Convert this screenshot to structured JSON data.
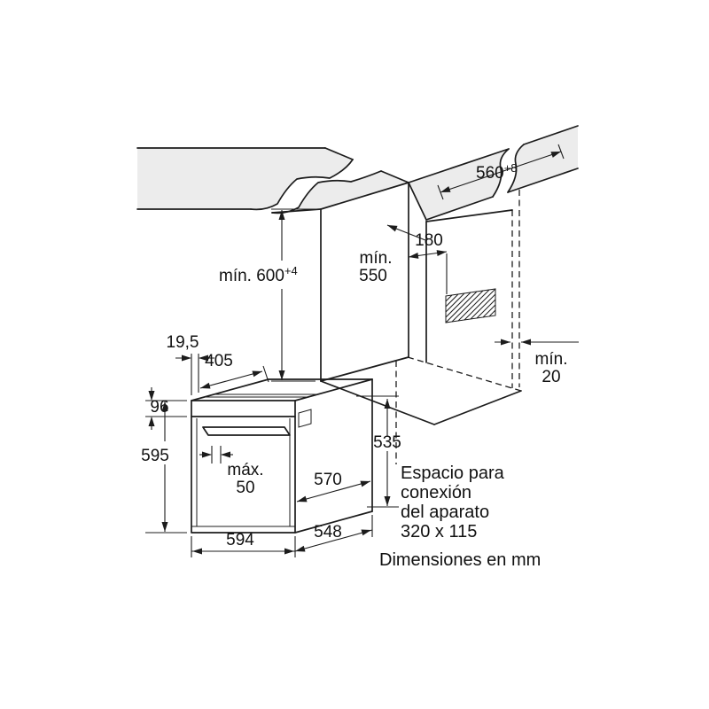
{
  "diagram": {
    "dims": {
      "niche_width_main": "560",
      "niche_width_sup": "+8",
      "niche_height_main": "mín. 600",
      "niche_height_sup": "+4",
      "niche_depth_l1": "mín.",
      "niche_depth_l2": "550",
      "connection_offset": "180",
      "rear_gap_l1": "mín.",
      "rear_gap_l2": "20",
      "door_depth": "19,5",
      "top_depth": "405",
      "panel_height": "96",
      "oven_height": "595",
      "handle_l1": "máx.",
      "handle_l2": "50",
      "body_depth": "570",
      "rear_height": "535",
      "oven_width": "594",
      "body_width": "548"
    },
    "notes": {
      "l1": "Espacio para",
      "l2": "conexión",
      "l3": "del aparato",
      "l4": "320 x 115",
      "units": "Dimensiones en mm"
    },
    "colors": {
      "line": "#1c1c1c",
      "surface": "#ececec",
      "background": "#ffffff"
    }
  }
}
